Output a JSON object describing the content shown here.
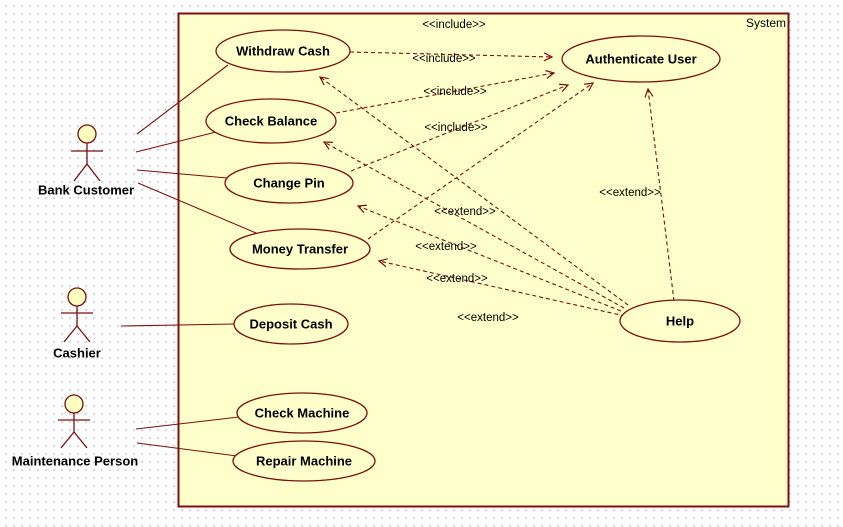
{
  "diagram": {
    "system_label": "System",
    "actors": {
      "bank_customer": "Bank Customer",
      "cashier": "Cashier",
      "maintenance_person": "Maintenance Person"
    },
    "use_cases": {
      "withdraw_cash": "Withdraw Cash",
      "check_balance": "Check Balance",
      "change_pin": "Change Pin",
      "money_transfer": "Money Transfer",
      "deposit_cash": "Deposit Cash",
      "check_machine": "Check Machine",
      "repair_machine": "Repair Machine",
      "authenticate_user": "Authenticate User",
      "help": "Help"
    },
    "relationships": {
      "include_label": "<<include>>",
      "extend_label": "<<extend>>",
      "includes": [
        {
          "from": "Withdraw Cash",
          "to": "Authenticate User"
        },
        {
          "from": "Check Balance",
          "to": "Authenticate User"
        },
        {
          "from": "Change Pin",
          "to": "Authenticate User"
        },
        {
          "from": "Money Transfer",
          "to": "Authenticate User"
        }
      ],
      "extends": [
        {
          "from": "Help",
          "to": "Withdraw Cash"
        },
        {
          "from": "Help",
          "to": "Check Balance"
        },
        {
          "from": "Help",
          "to": "Change Pin"
        },
        {
          "from": "Help",
          "to": "Money Transfer"
        },
        {
          "from": "Help",
          "to": "Authenticate User"
        }
      ],
      "associations": [
        {
          "from": "Bank Customer",
          "to": "Withdraw Cash"
        },
        {
          "from": "Bank Customer",
          "to": "Check Balance"
        },
        {
          "from": "Bank Customer",
          "to": "Change Pin"
        },
        {
          "from": "Bank Customer",
          "to": "Money Transfer"
        },
        {
          "from": "Cashier",
          "to": "Deposit Cash"
        },
        {
          "from": "Maintenance Person",
          "to": "Check Machine"
        },
        {
          "from": "Maintenance Person",
          "to": "Repair Machine"
        }
      ]
    },
    "colors": {
      "stroke": "#7c0f0f",
      "shape_fill": "#ffffcb",
      "text": "#000000",
      "background_dots": "#c7cbd6",
      "background": "#ffffff"
    }
  }
}
